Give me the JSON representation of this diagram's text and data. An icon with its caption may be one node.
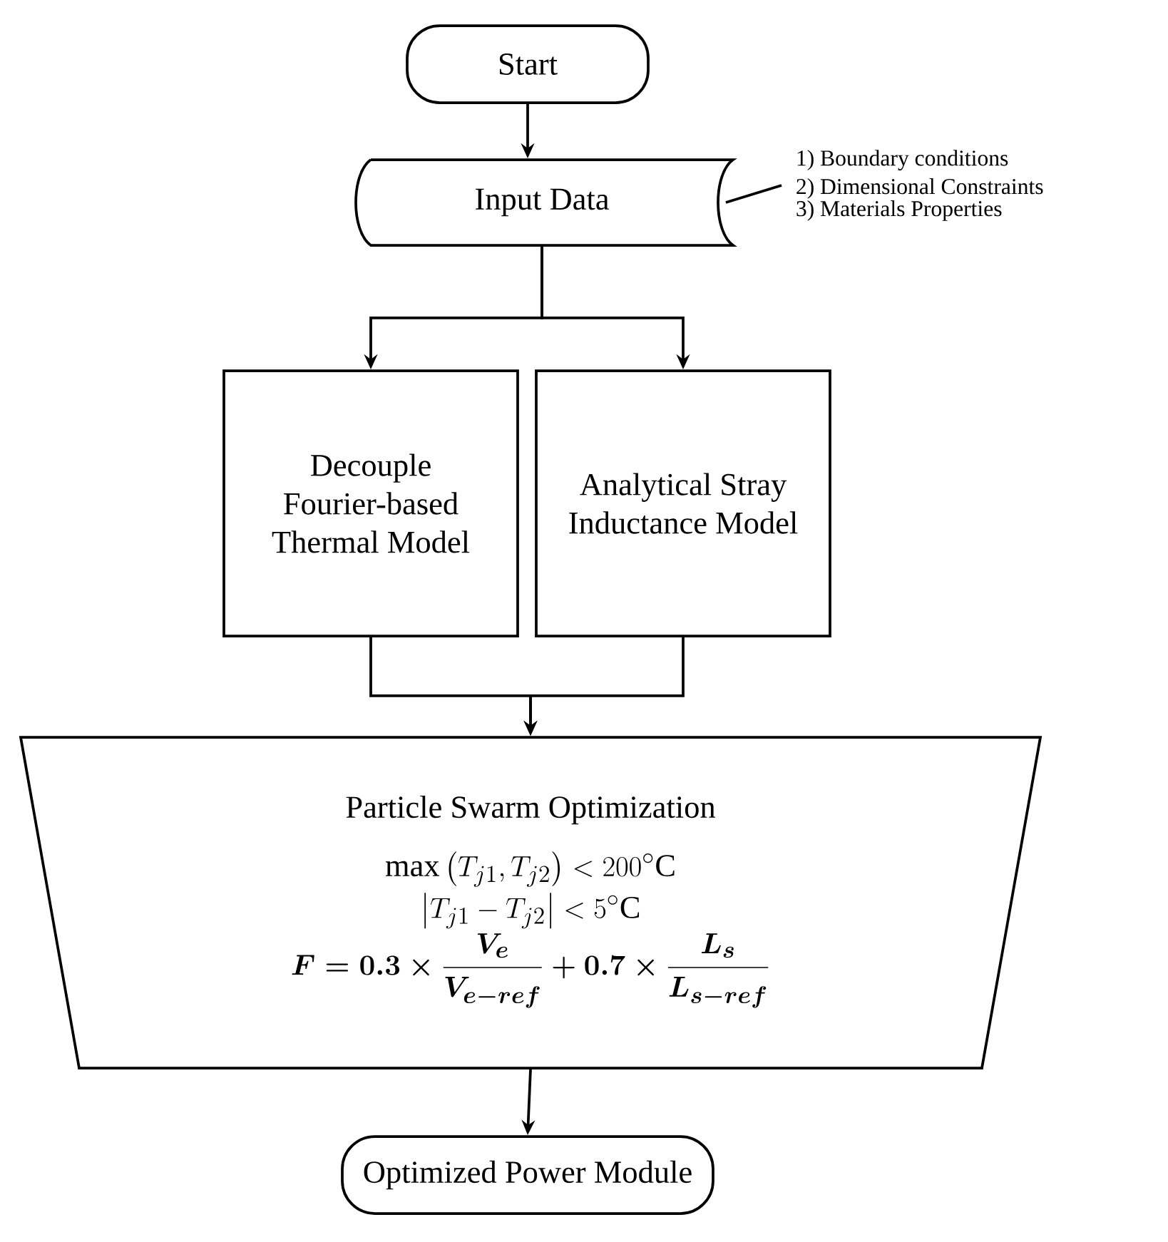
{
  "diagram": {
    "nodes": [
      {
        "text": [
          "Start"
        ]
      },
      {
        "text": [
          "Input Data"
        ]
      },
      {
        "text": [
          "Decouple Fourier-based Thermal Model"
        ]
      },
      {
        "text": [
          "Analytical Stray Inductance Model"
        ]
      },
      {
        "text": [
          "Particle Swarm Optimization",
          "\\max\\left(T_{j1},T_{j2}\\right) < 200^{\\circ}\\mathrm{C}",
          "\\left|T_{j1}-T_{j2}\\right| < 5^{\\circ}\\mathrm{C}",
          "\\boldsymbol{F = 0.3 \\times \\frac{V_e}{V_{e-ref}} + 0.7 \\times \\frac{L_s}{L_{s-ref}}}"
        ]
      },
      {
        "text": [
          "Optimized Power Module"
        ]
      },
      {
        "text": [
          "1) Boundary conditions",
          "2) Dimensional Constraints",
          "3) Materials Properties"
        ]
      }
    ],
    "edges": [
      {
        "from": 0,
        "to": 1,
        "arrow": "to"
      },
      {
        "from": 1,
        "to": 2,
        "arrow": "to"
      },
      {
        "from": 1,
        "to": 3,
        "arrow": "to"
      },
      {
        "from": 2,
        "to": 4,
        "arrow": "to"
      },
      {
        "from": 3,
        "to": 4,
        "arrow": "to"
      },
      {
        "from": 4,
        "to": 5,
        "arrow": "to"
      },
      {
        "from": 6,
        "to": 1,
        "arrow": "none"
      }
    ]
  }
}
